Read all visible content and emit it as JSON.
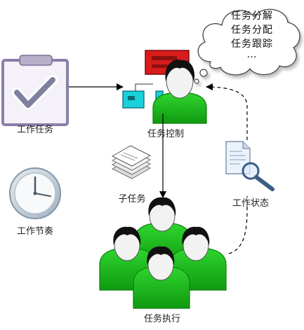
{
  "labels": {
    "work_task": "工作任务",
    "work_rhythm": "工作节奏",
    "task_control": "任务控制",
    "subtask": "子任务",
    "work_status": "工作状态",
    "task_execution": "任务执行"
  },
  "cloud": {
    "lines": [
      "任务分解",
      "任务分配",
      "任务跟踪",
      "…"
    ]
  },
  "colors": {
    "person_green": "#1fbf1f",
    "person_green_dark": "#0a7f0a",
    "head_skin": "#f2f2f2",
    "hair": "#111111",
    "red_panel": "#d81c1c",
    "cyan_panel": "#19d0dc",
    "clipboard_frame": "#8a7fa8",
    "check_mark": "#7f7f9f",
    "clock_face": "#cdd7e0"
  }
}
